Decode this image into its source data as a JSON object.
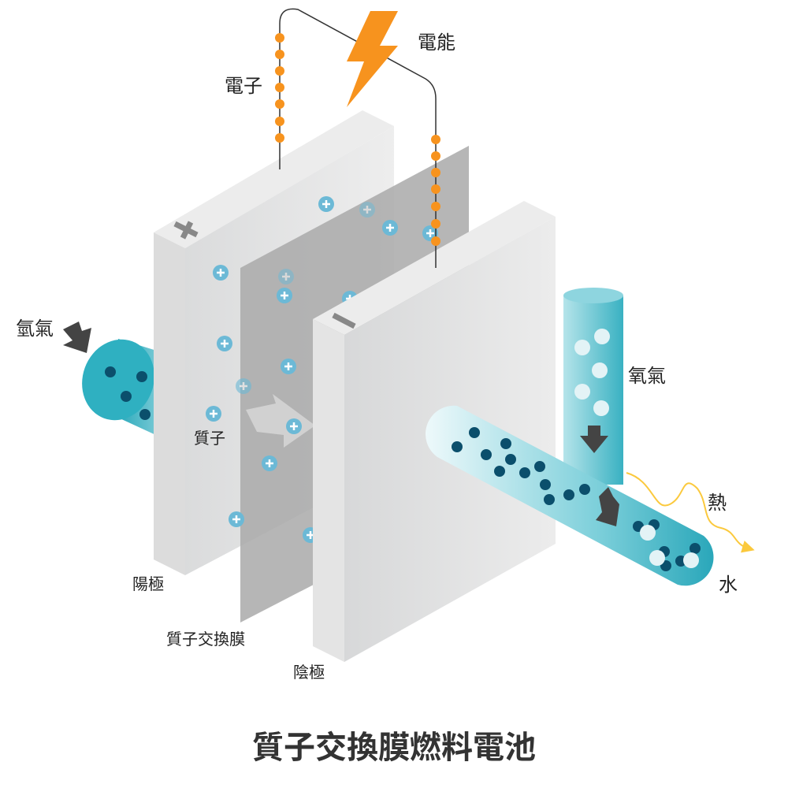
{
  "labels": {
    "electric_energy": "電能",
    "electron": "電子",
    "hydrogen": "氫氣",
    "oxygen": "氧氣",
    "proton": "質子",
    "heat": "熱",
    "water": "水",
    "anode": "陽極",
    "membrane": "質子交換膜",
    "cathode": "陰極"
  },
  "title": "質子交換膜燃料電池",
  "colors": {
    "electron": "#f7931e",
    "bolt": "#f7931e",
    "pipe": "#3bb3c3",
    "proton": "#6cb9d6",
    "water_dot": "#0b4f6c",
    "oxygen_dot": "#e3f3f6"
  }
}
